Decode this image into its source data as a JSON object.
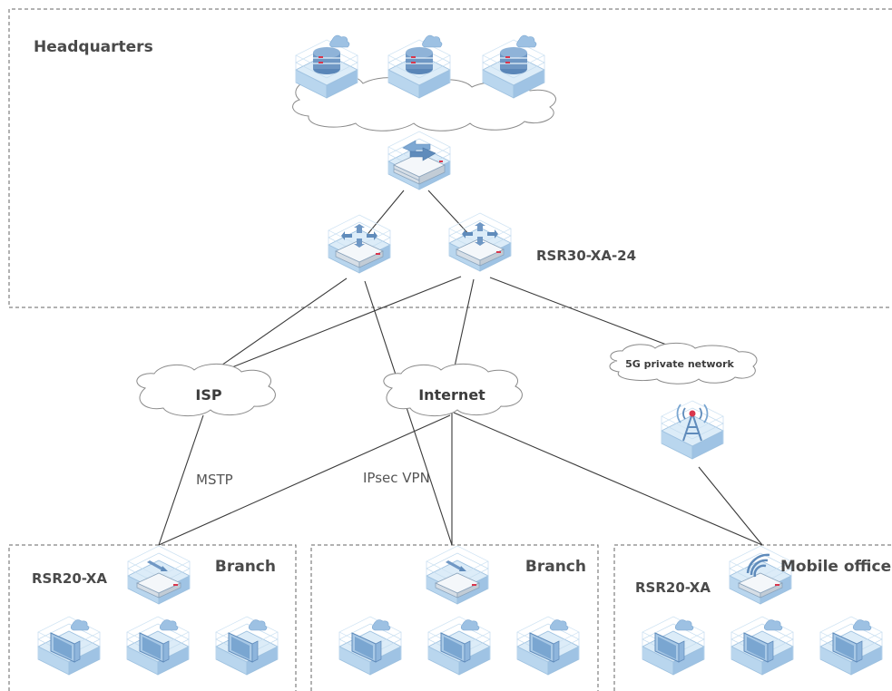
{
  "zones": {
    "headquarters": "Headquarters",
    "branch_1": "Branch",
    "branch_2": "Branch",
    "mobile_office": "Mobile office"
  },
  "devices": {
    "core_router_model": "RSR30-XA-24",
    "branch_router_model_1": "RSR20-XA",
    "mobile_router_model": "RSR20-XA"
  },
  "clouds": {
    "isp": "ISP",
    "internet": "Internet",
    "private_5g": "5G private network"
  },
  "links": {
    "mstp": "MSTP",
    "ipsec_vpn": "IPsec VPN"
  },
  "colors": {
    "iso_top": "#dcecf8",
    "iso_left": "#b9d6ee",
    "iso_right": "#9fc3e4",
    "accent_red": "#d9364c",
    "line": "#3a3a3a"
  },
  "icons": {
    "hq_servers": [
      "database-server-icon",
      "database-server-icon",
      "database-server-icon"
    ],
    "hq_firewall": "firewall-gateway-icon",
    "hq_routers": [
      "core-router-icon",
      "core-router-icon"
    ],
    "base_station": "5g-base-station-icon",
    "branch_routers": [
      "branch-router-icon",
      "branch-router-icon",
      "wireless-router-icon"
    ],
    "endpoints": "computer-terminal-icon"
  }
}
